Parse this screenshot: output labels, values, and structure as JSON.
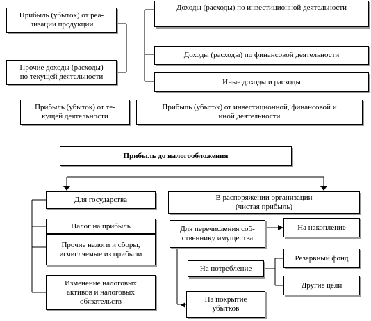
{
  "row1": {
    "sales_profit": "Прибыль (убыток) от реа-\nлизации продукции",
    "other_current": "Прочие доходы (расходы)\nпо текущей деятельности",
    "investment": "Доходы (расходы) по инвестиционной деятельности",
    "financial": "Доходы (расходы) по финансовой деятельности",
    "other": "Иные доходы и расходы"
  },
  "row2": {
    "current_profit": "Прибыль (убыток) от те-\nкущей деятельности",
    "inv_fin_profit": "Прибыль (убыток) от инвестиционной, финансовой и\nиной деятельности"
  },
  "pretax": "Прибыль до налогообложения",
  "state": {
    "title": "Для государства",
    "items": [
      "Налог на прибыль",
      "Прочие налоги и сборы,\nисчисляемые из прибыли",
      "Изменение налоговых\nактивов и налоговых\nобязательств"
    ]
  },
  "org": {
    "title": "В распоряжении организации\n(чистая прибыль)",
    "owner": "Для перечисления соб-\nственнику имущества",
    "consumption": "На потребление",
    "losses": "На покрытие\nубытков",
    "accumulation": "На накопление",
    "reserve": "Резервный фонд",
    "other_goals": "Другие цели"
  }
}
